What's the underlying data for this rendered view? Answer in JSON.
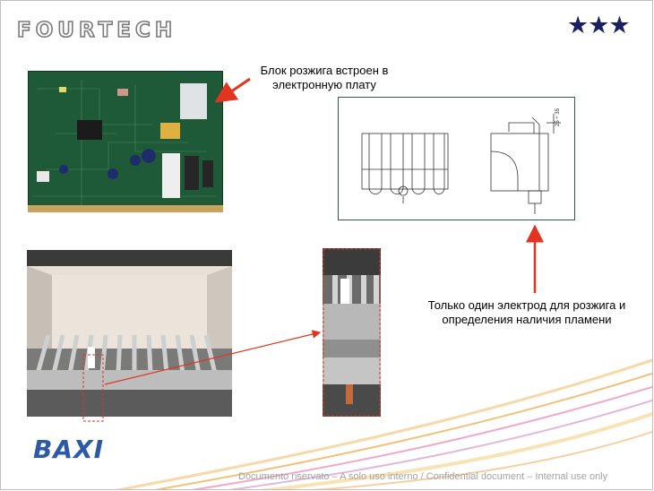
{
  "brand": {
    "header_logo": "FOURTECH",
    "rating_stars": "★★★",
    "footer_logo": "BAXI"
  },
  "callouts": {
    "ignition_block": "Блок розжига встроен в электронную плату",
    "single_electrode": "Только один электрод для розжига и определения наличия пламени"
  },
  "diagram": {
    "dimension_label": "25 ÷ 35"
  },
  "footer": {
    "confidential_text": "Documento riservato – A solo uso interno / Confidential document – Internal use only"
  },
  "colors": {
    "brand_blue": "#2c5aa7",
    "star_navy": "#1a1f66",
    "arrow_red": "#e1351f",
    "pcb_green": "#1f5a38"
  },
  "icons": [
    "star-icon",
    "arrow-icon"
  ]
}
